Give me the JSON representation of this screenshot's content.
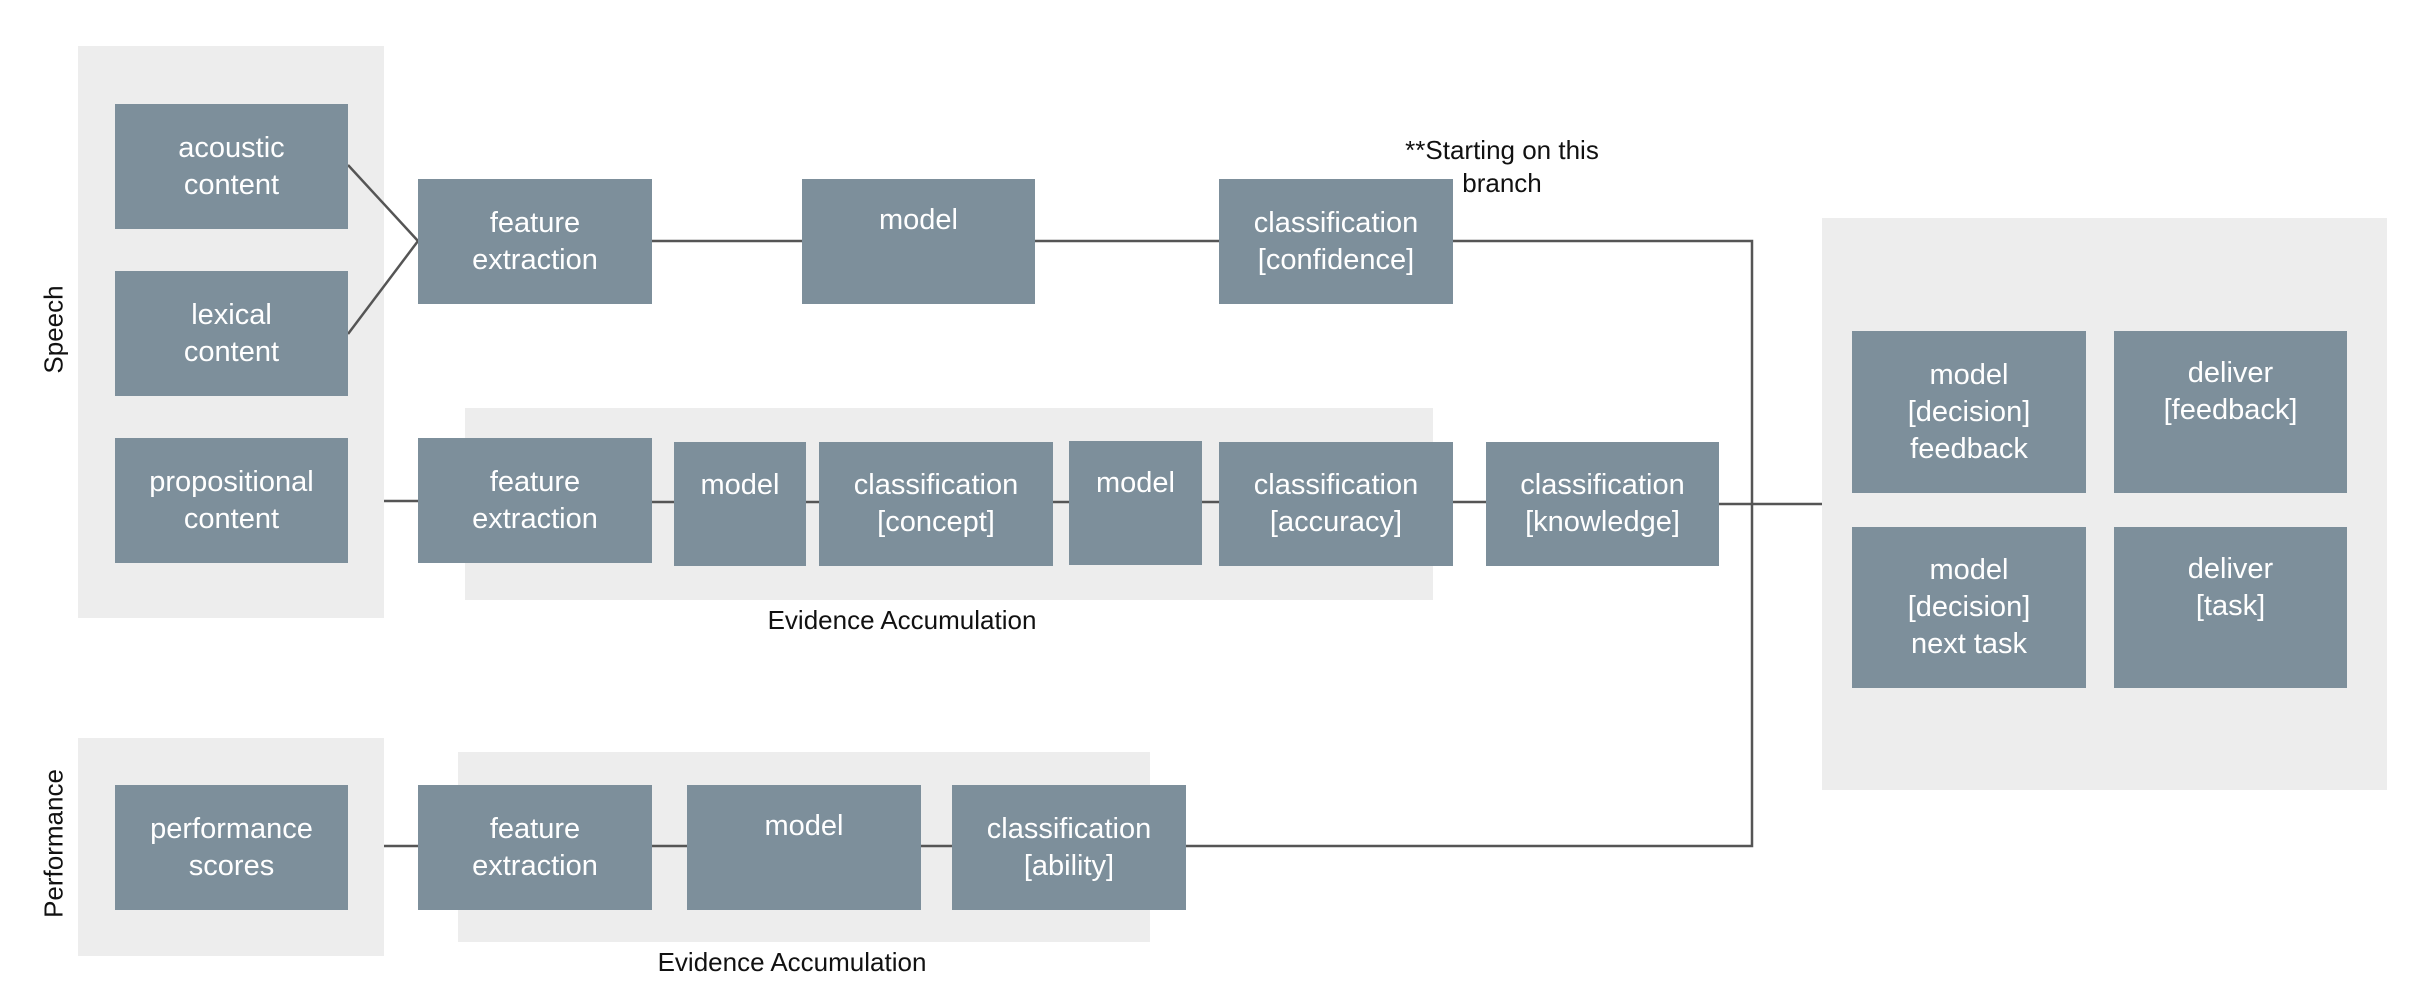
{
  "groups": {
    "speech": "Speech",
    "performance": "Performance"
  },
  "inputs": {
    "acoustic": [
      "acoustic",
      "content"
    ],
    "lexical": [
      "lexical",
      "content"
    ],
    "propositional": [
      "propositional",
      "content"
    ],
    "performance": [
      "performance",
      "scores"
    ]
  },
  "row1": {
    "feature": [
      "feature",
      "extraction"
    ],
    "model": [
      "model"
    ],
    "classification": [
      "classification",
      "[confidence]"
    ],
    "note": [
      "**Starting on this",
      "branch"
    ]
  },
  "row2": {
    "feature": [
      "feature",
      "extraction"
    ],
    "model1": [
      "model"
    ],
    "classification1": [
      "classification",
      "[concept]"
    ],
    "model2": [
      "model"
    ],
    "classification2": [
      "classification",
      "[accuracy]"
    ],
    "knowledge": [
      "classification",
      "[knowledge]"
    ],
    "accumulation": "Evidence Accumulation"
  },
  "row3": {
    "feature": [
      "feature",
      "extraction"
    ],
    "model": [
      "model"
    ],
    "classification": [
      "classification",
      "[ability]"
    ],
    "accumulation": "Evidence Accumulation"
  },
  "outputs": {
    "feedback_model": [
      "model",
      "[decision]",
      "feedback"
    ],
    "deliver_feedback": [
      "deliver",
      "[feedback]"
    ],
    "next_task_model": [
      "model",
      "[decision]",
      "next task"
    ],
    "deliver_task": [
      "deliver",
      "[task]"
    ]
  },
  "colors": {
    "box": "#7d8f9b",
    "panel": "#ededed",
    "connector": "#555555"
  }
}
